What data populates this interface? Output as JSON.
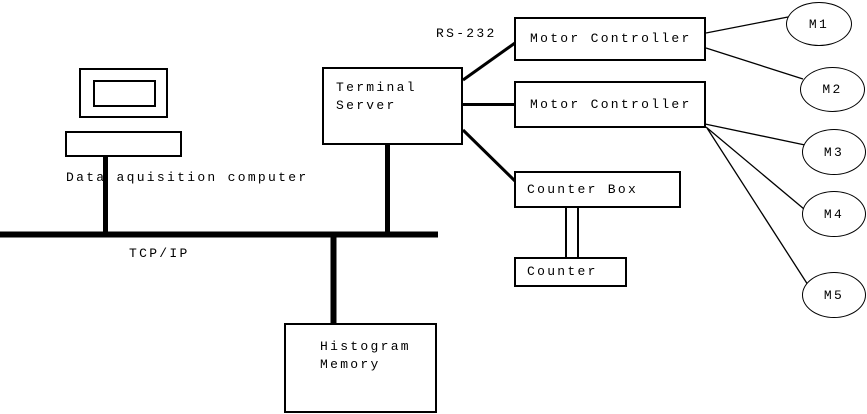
{
  "colors": {
    "background": "#ffffff",
    "line": "#000000",
    "text": "#000000"
  },
  "nodes": {
    "data_acquisition_computer": {
      "label": "Data aquisition computer"
    },
    "terminal_server": {
      "label": "Terminal\nServer"
    },
    "motor_controller_1": {
      "label": "Motor Controller"
    },
    "motor_controller_2": {
      "label": "Motor Controller"
    },
    "counter_box": {
      "label": "Counter Box"
    },
    "counter": {
      "label": "Counter"
    },
    "histogram_memory": {
      "label": "Histogram\nMemory"
    },
    "motors": [
      {
        "label": "M1"
      },
      {
        "label": "M2"
      },
      {
        "label": "M3"
      },
      {
        "label": "M4"
      },
      {
        "label": "M5"
      }
    ]
  },
  "connections": {
    "rs232_label": "RS-232",
    "tcpip_label": "TCP/IP"
  }
}
